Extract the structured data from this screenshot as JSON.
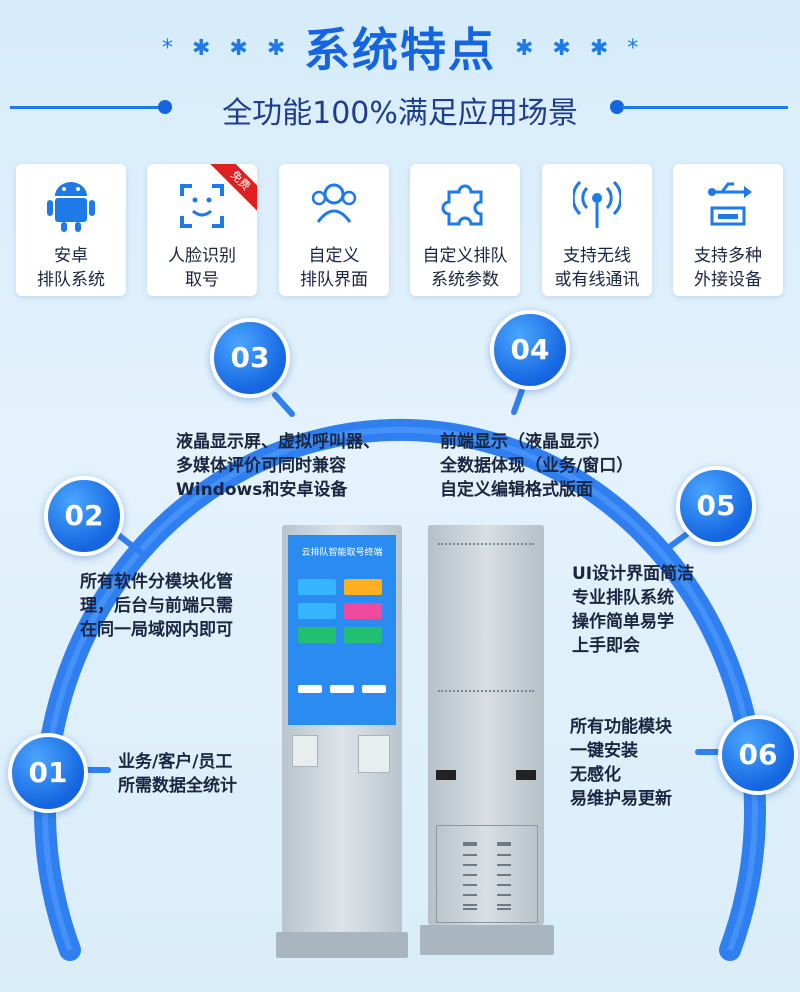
{
  "header": {
    "title": "系统特点",
    "subtitle": "全功能100%满足应用场景",
    "stars_left": "* ✱ ✱ ✱",
    "stars_right": "✱ ✱ ✱ *"
  },
  "cards": [
    {
      "label": "安卓\n排队系统",
      "icon": "android-icon"
    },
    {
      "label": "人脸识别\n取号",
      "icon": "face-scan-icon",
      "badge": "免费"
    },
    {
      "label": "自定义\n排队界面",
      "icon": "users-icon"
    },
    {
      "label": "自定义排队\n系统参数",
      "icon": "puzzle-icon"
    },
    {
      "label": "支持无线\n或有线通讯",
      "icon": "wireless-icon"
    },
    {
      "label": "支持多种\n外接设备",
      "icon": "usb-icon"
    }
  ],
  "features": [
    {
      "num": "01",
      "text": "业务/客户/员工\n所需数据全统计"
    },
    {
      "num": "02",
      "text": "所有软件分模块化管\n理，后台与前端只需\n在同一局域网内即可"
    },
    {
      "num": "03",
      "text": "液晶显示屏、虚拟呼叫器、\n多媒体评价可同时兼容\nWindows和安卓设备"
    },
    {
      "num": "04",
      "text": "前端显示（液晶显示）\n全数据体现（业务/窗口）\n自定义编辑格式版面"
    },
    {
      "num": "05",
      "text": "UI设计界面简洁\n专业排队系统\n操作简单易学\n上手即会"
    },
    {
      "num": "06",
      "text": "所有功能模块\n一键安装\n无感化\n易维护易更新"
    }
  ],
  "kiosk": {
    "screen_title": "云排队智能取号终端",
    "colors": {
      "primary": "#1565e0",
      "accent": "#e02020",
      "body": "#c9d3da"
    }
  }
}
